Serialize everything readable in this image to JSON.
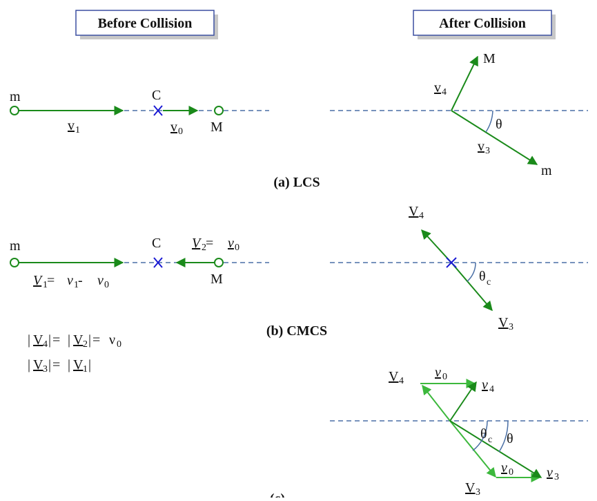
{
  "headers": {
    "before": "Before Collision",
    "after": "After Collision"
  },
  "captions": {
    "a": "(a) LCS",
    "b": "(b) CMCS",
    "c": "(c)"
  },
  "labels": {
    "m": "m",
    "M": "M",
    "C": "C",
    "v": "v",
    "V": "V",
    "v_italic": "v",
    "V_italic": "V",
    "theta": "θ",
    "theta_c_base": "θ",
    "sub_c": "c",
    "sub0": "0",
    "sub1": "1",
    "sub2": "2",
    "sub3": "3",
    "sub4": "4",
    "eq": " = ",
    "minus": " - ",
    "nu": "ν",
    "bar": "|"
  },
  "relations": {
    "line1": "|V4| = |V2| = ν0",
    "line2": "|V3| = |V1|"
  },
  "colors": {
    "arrow_dark": "#1a8a1a",
    "arrow_light": "#3cb83c",
    "dashed": "#4a6fa5",
    "marker_x": "#1a1ad4",
    "arc": "#4a6fa5",
    "header_border": "#3b4fa0",
    "header_shadow": "#c8c8c8"
  }
}
